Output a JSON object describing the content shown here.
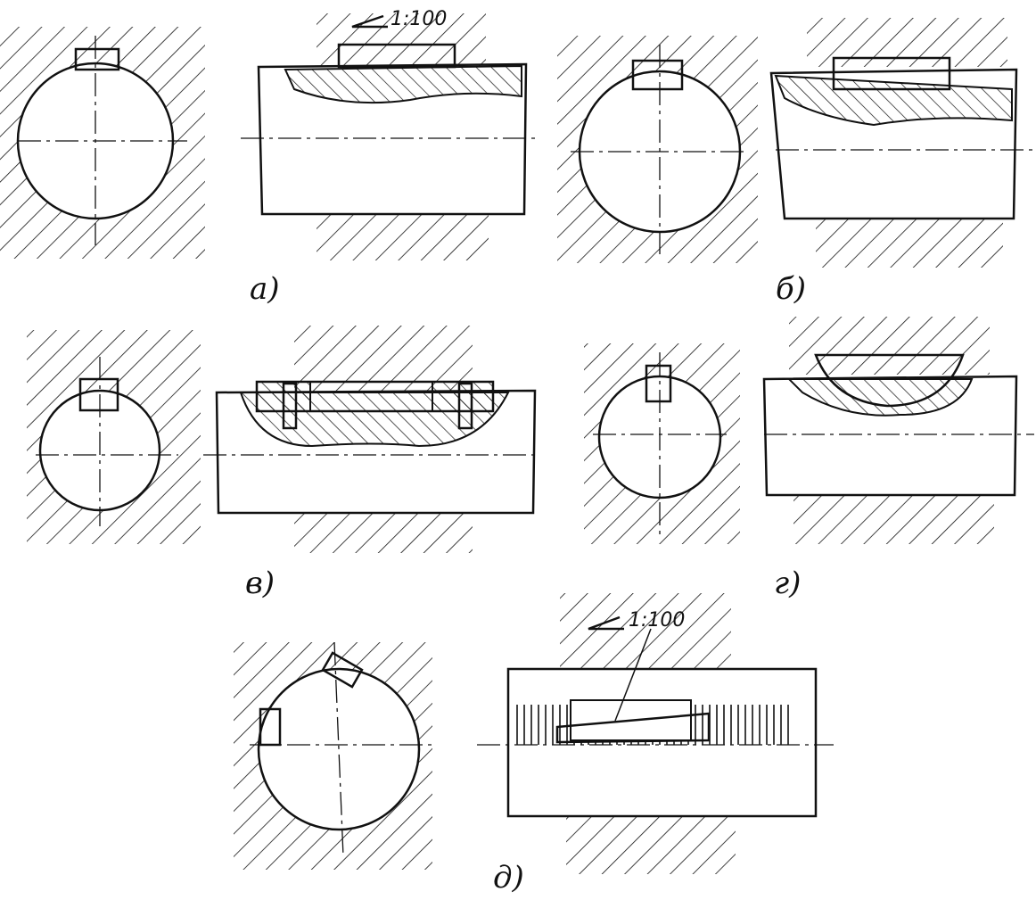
{
  "figure": {
    "labels": [
      "а)",
      "б)",
      "в)",
      "г)",
      "д)"
    ],
    "taper_a": "1:100",
    "taper_d": "1:100"
  },
  "colors": {
    "ink": "#111111",
    "paper": "#ffffff"
  }
}
